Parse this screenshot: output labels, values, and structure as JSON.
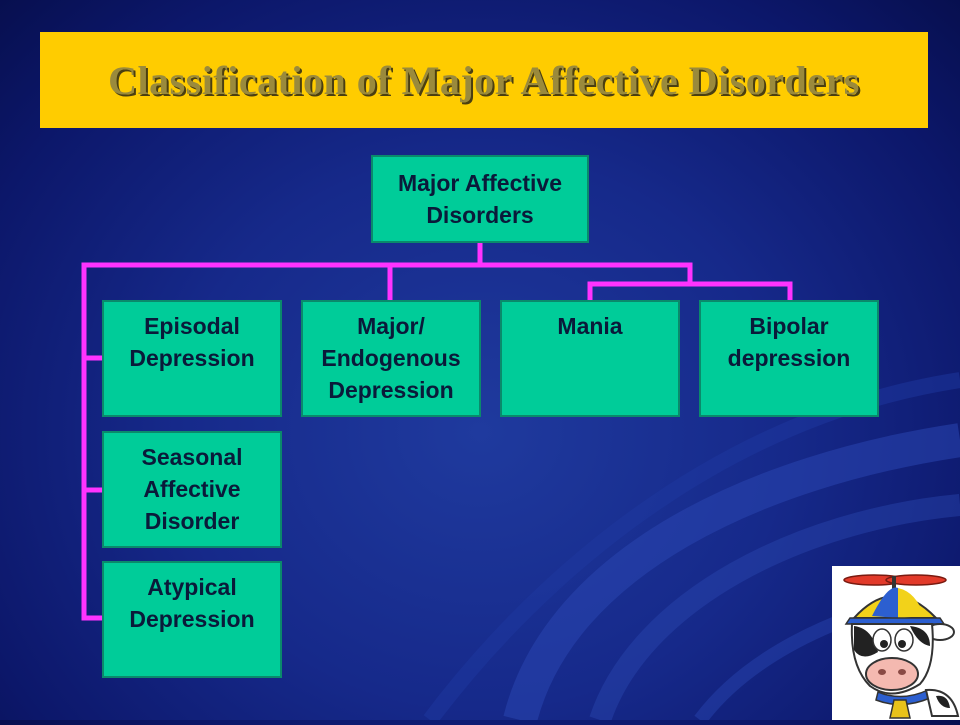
{
  "slide": {
    "title": "Classification of  Major Affective Disorders"
  },
  "diagram": {
    "root": {
      "label": "Major Affective\n Disorders"
    },
    "nodes": {
      "episodal": {
        "label": "Episodal\nDepression"
      },
      "major_endogenous": {
        "label": "Major/\nEndogenous\nDepression"
      },
      "mania": {
        "label": "Mania"
      },
      "bipolar": {
        "label": "Bipolar\ndepression"
      },
      "seasonal": {
        "label": "Seasonal\nAffective\nDisorder"
      },
      "atypical": {
        "label": "Atypical\nDepression"
      }
    }
  },
  "colors": {
    "title_bar": "#ffcc00",
    "node_fill": "#00cc99",
    "connector": "#ff33ff",
    "background": "#16298a"
  },
  "icons": {
    "mascot": "cow-with-propeller-cap-icon"
  }
}
